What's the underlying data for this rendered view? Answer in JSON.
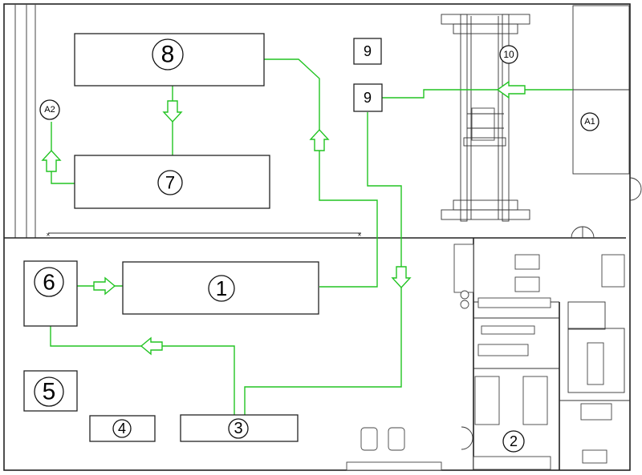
{
  "stations": {
    "s1": "1",
    "s2": "2",
    "s3": "3",
    "s4": "4",
    "s5": "5",
    "s6": "6",
    "s7": "7",
    "s8": "8",
    "s9a": "9",
    "s9b": "9",
    "s10": "10",
    "a1": "A1",
    "a2": "A2"
  },
  "colors": {
    "flow": "#22c422",
    "walls": "#222222"
  }
}
